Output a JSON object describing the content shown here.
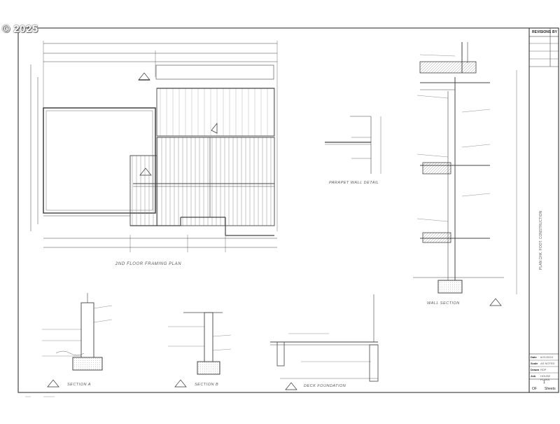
{
  "watermark": "© 2025",
  "title_block": {
    "revisions_label": "REVISIONS",
    "rev_col": "BY",
    "project_title": "PLAN CHK. FOOT. CONSTRUCTION",
    "fields": [
      {
        "label": "Date",
        "value": "6/21/2024"
      },
      {
        "label": "Scale",
        "value": "AS NOTED"
      },
      {
        "label": "Drawn",
        "value": "RDP"
      },
      {
        "label": "Job",
        "value": "HOUSE PLANS"
      }
    ],
    "sheet_number": "1",
    "of_label": "OF",
    "sheets_label": "Sheets"
  },
  "plan": {
    "title": "2ND FLOOR FRAMING PLAN"
  },
  "details": {
    "parapet": "PARAPET WALL DETAIL",
    "wall_section": "WALL SECTION",
    "section_a": "SECTION A",
    "section_b": "SECTION B",
    "deck": "DECK FOUNDATION"
  },
  "palette": {
    "line": "#444444",
    "light": "#8a8a8a",
    "hatch": "#9a9a9a",
    "border": "#222222"
  }
}
